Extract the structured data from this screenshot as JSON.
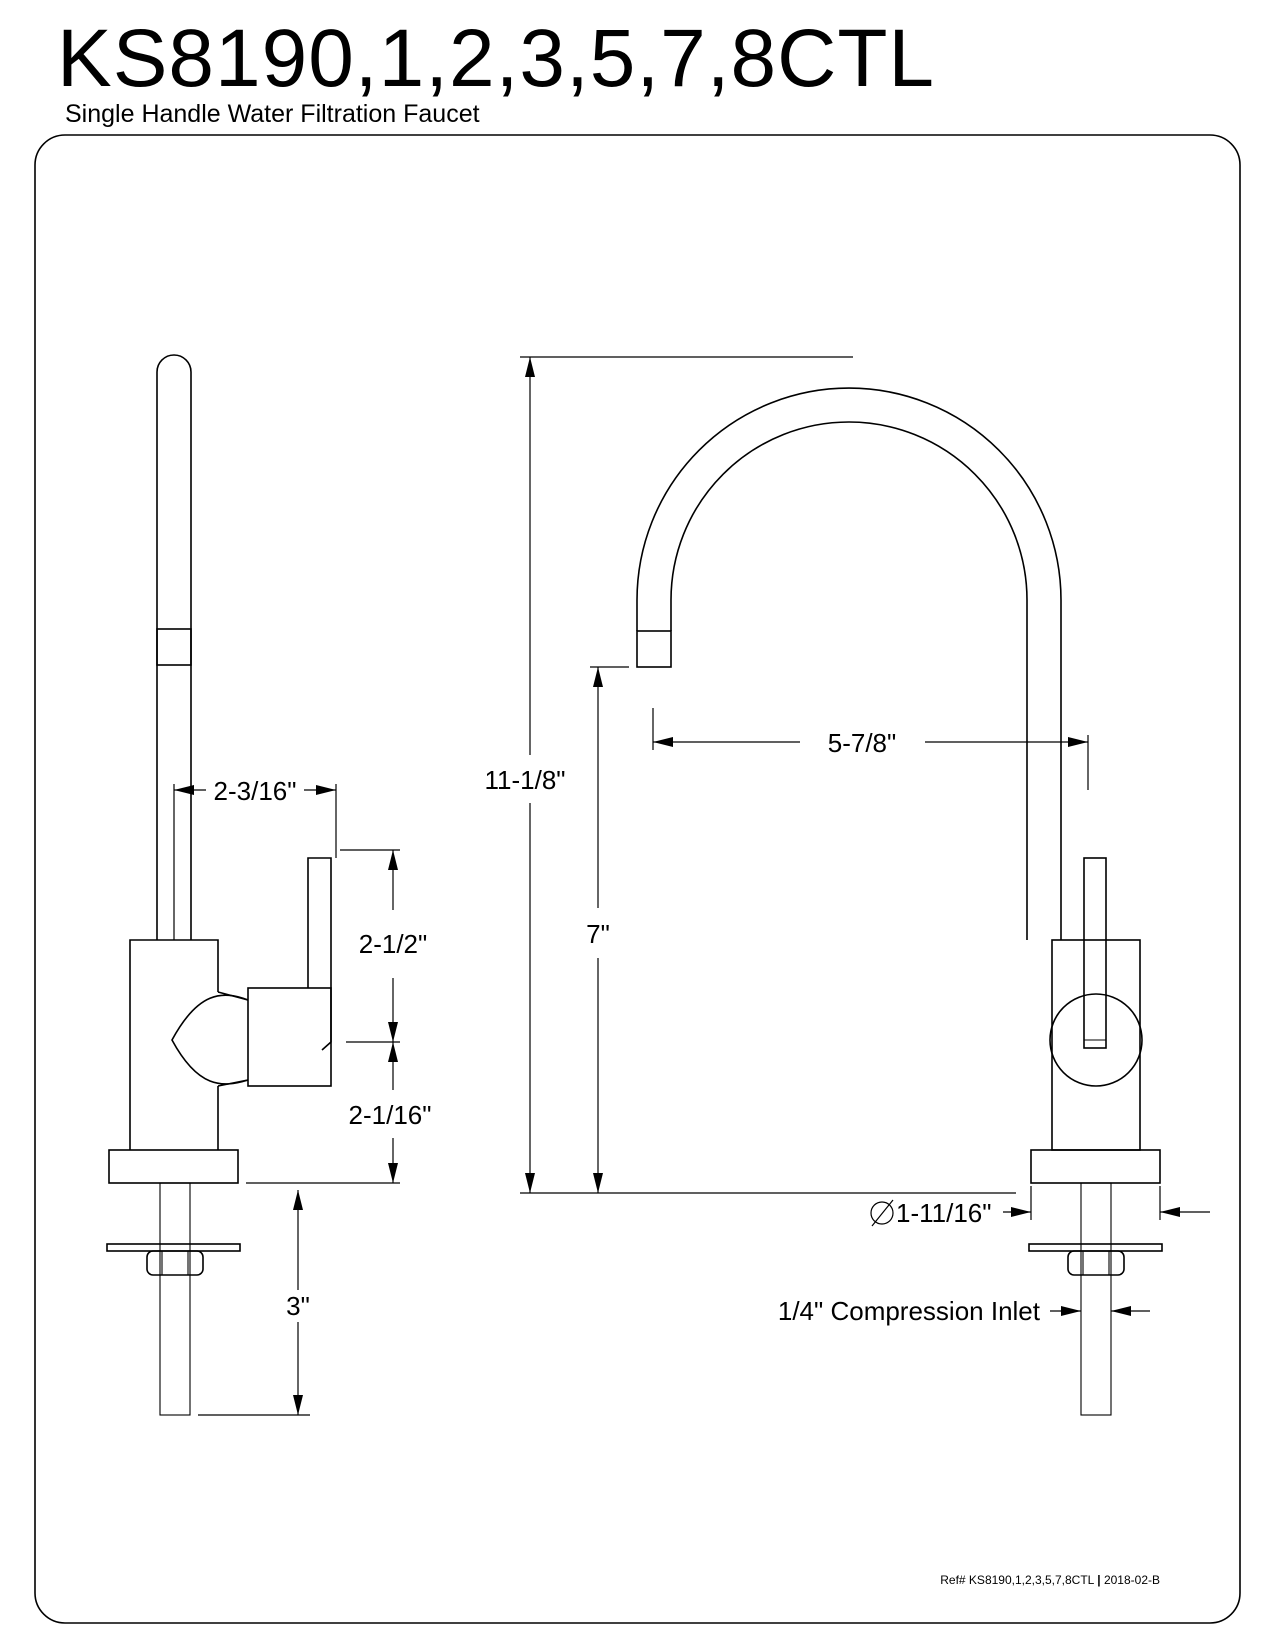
{
  "header": {
    "model": "KS8190,1,2,3,5,7,8CTL",
    "description": "Single Handle Water Filtration Faucet"
  },
  "side_view": {
    "dimensions": {
      "spout_offset": "2-3/16\"",
      "handle_height": "2-1/2\"",
      "body_height": "2-1/16\"",
      "shank_length": "3\""
    }
  },
  "front_view": {
    "dimensions": {
      "overall_height": "11-1/8\"",
      "spout_height": "7\"",
      "spout_reach": "5-7/8\"",
      "base_diameter": "1-11/16\"",
      "inlet": "1/4\" Compression Inlet"
    }
  },
  "footer": {
    "reference": "Ref# KS8190,1,2,3,5,7,8CTL",
    "revision": "2018-02-B"
  }
}
